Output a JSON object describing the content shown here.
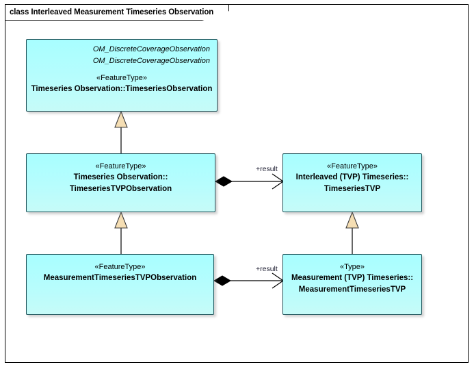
{
  "diagram": {
    "title": "class Interleaved Measurement Timeseries Observation",
    "colors": {
      "class_fill": "#AAFEFE",
      "class_border": "#1B4F56",
      "generalization_fill": "#F5DEB3",
      "line": "#000000",
      "canvas": "#FFFFFF"
    }
  },
  "classes": {
    "timeseries_observation": {
      "supertype_1": "OM_DiscreteCoverageObservation",
      "supertype_2": "OM_DiscreteCoverageObservation",
      "stereotype": "«FeatureType»",
      "name_line_1": "Timeseries Observation::TimeseriesObservation"
    },
    "timeseries_tvp_observation": {
      "stereotype": "«FeatureType»",
      "name_line_1": "Timeseries Observation::",
      "name_line_2": "TimeseriesTVPObservation"
    },
    "timeseries_tvp": {
      "stereotype": "«FeatureType»",
      "name_line_1": "Interleaved (TVP) Timeseries::",
      "name_line_2": "TimeseriesTVP"
    },
    "measurement_timeseries_tvp_observation": {
      "stereotype": "«FeatureType»",
      "name_line_1": "MeasurementTimeseriesTVPObservation"
    },
    "measurement_timeseries_tvp": {
      "stereotype": "«Type»",
      "name_line_1": "Measurement (TVP) Timeseries::",
      "name_line_2": "MeasurementTimeseriesTVP"
    }
  },
  "associations": {
    "result_upper": {
      "label": "+result",
      "source": "TimeseriesTVPObservation",
      "target": "TimeseriesTVP",
      "kind": "composition"
    },
    "result_lower": {
      "label": "+result",
      "source": "MeasurementTimeseriesTVPObservation",
      "target": "MeasurementTimeseriesTVP",
      "kind": "composition"
    }
  },
  "generalizations": [
    {
      "from": "TimeseriesTVPObservation",
      "to": "TimeseriesObservation"
    },
    {
      "from": "MeasurementTimeseriesTVPObservation",
      "to": "TimeseriesTVPObservation"
    },
    {
      "from": "MeasurementTimeseriesTVP",
      "to": "TimeseriesTVP"
    }
  ]
}
